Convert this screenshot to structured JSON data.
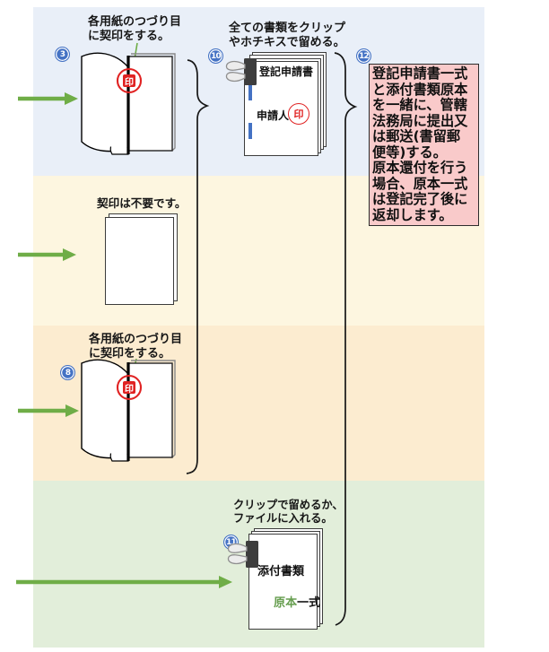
{
  "palette": {
    "band_blue": "#e9eff8",
    "band_cream": "#fdf6e0",
    "band_orange": "#fcecd0",
    "band_green": "#e2eeda",
    "pink_bg": "#f9caca",
    "accent_blue": "#4472c4",
    "green": "#6fad47",
    "green_txt": "#679e50",
    "red": "#e02222",
    "ink": "#1a1a1a"
  },
  "figure": {
    "steps": {
      "step3": {
        "badge": "3",
        "label": "各用紙のつづり目\nに契印をする。",
        "stamp": "印"
      },
      "step_no_seal": {
        "label": "契印は不要です。"
      },
      "step8": {
        "badge": "8",
        "label": "各用紙のつづり目\nに契印をする。",
        "stamp": "印"
      },
      "step10": {
        "badge": "10",
        "label": "全ての書類をクリップ\nやホチキスで留める。",
        "doc": {
          "title": "登記申請書",
          "applicant": "申請人",
          "stamp": "印"
        }
      },
      "step11": {
        "badge": "11",
        "label": "クリップで留めるか、\nファイルに入れる。",
        "doc": {
          "line1": "添付書類",
          "line2_green": "原本",
          "line2_rest": "一式"
        }
      },
      "step12": {
        "badge": "12",
        "note": "登記申請書一式\nと添付書類原本\nを一緒に、管轄\n法務局に提出又\nは郵送(書留郵\n便等)する。\n原本還付を行う\n場合、原本一式\nは登記完了後に\n返却します。"
      }
    }
  }
}
